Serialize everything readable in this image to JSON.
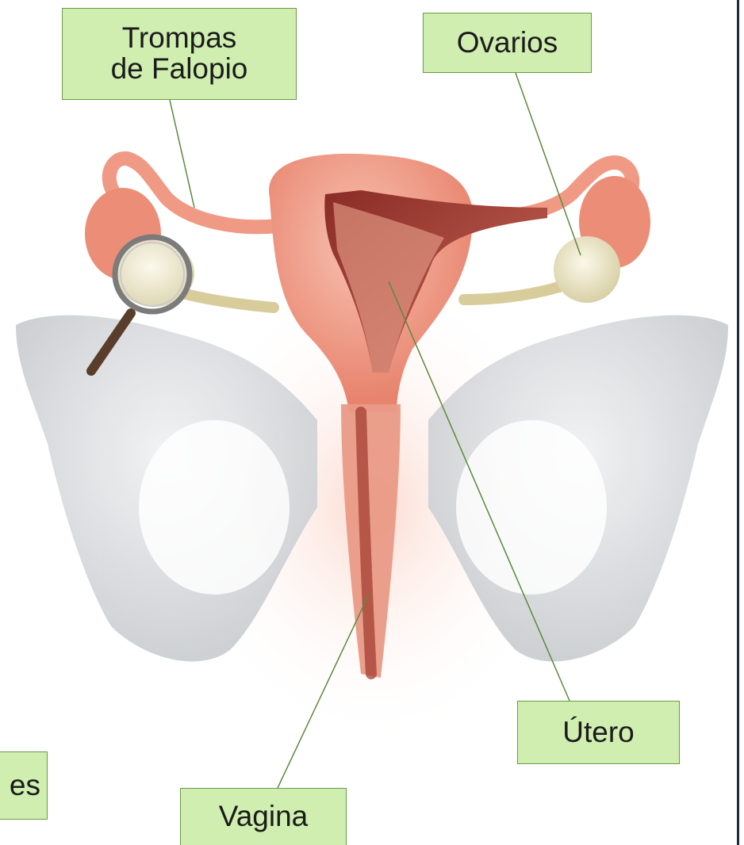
{
  "labels": {
    "trompas_line1": "Trompas",
    "trompas_line2": "de Falopio",
    "ovarios": "Ovarios",
    "utero": "Útero",
    "vagina": "Vagina",
    "partial_left": "es"
  },
  "icons": {
    "magnifier": "magnifying-glass-icon"
  },
  "colors": {
    "label_fill": "#cfeeb0",
    "label_border": "#6a9a48",
    "leader_line": "#5a8a3c",
    "organ_pink": "#f29a86",
    "organ_dark": "#c2584a",
    "pelvis_gray": "#d9dcdf",
    "ovary_cream": "#eee8cf"
  }
}
